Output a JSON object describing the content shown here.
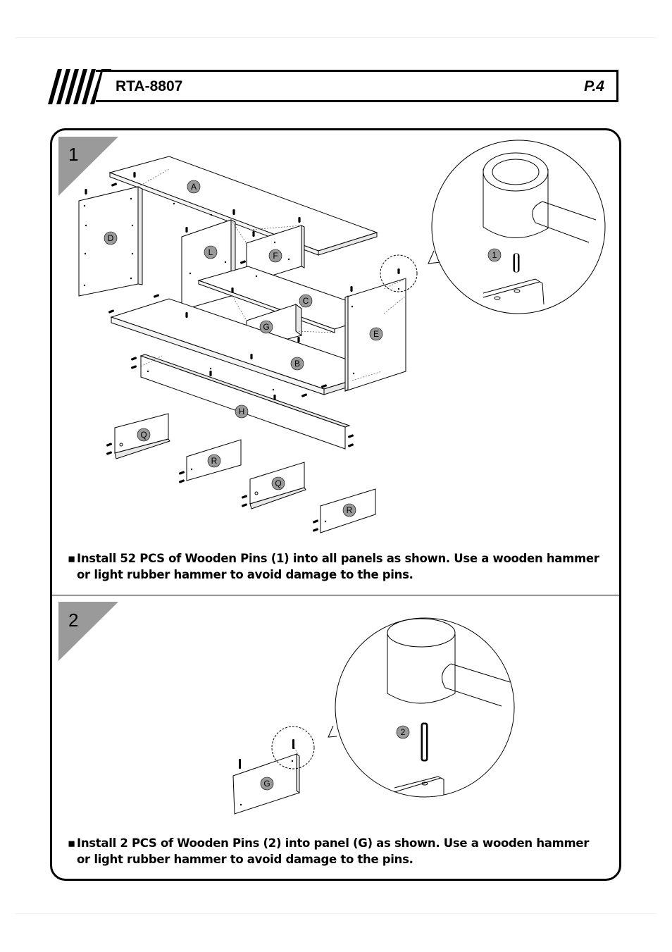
{
  "header": {
    "model": "RTA-8807",
    "page": "P.4"
  },
  "steps": [
    {
      "number": "1",
      "parts": [
        "A",
        "D",
        "L",
        "F",
        "C",
        "G",
        "E",
        "B",
        "H",
        "Q",
        "R",
        "Q",
        "R"
      ],
      "pin_label": "1",
      "instruction": "Install 52 PCS of Wooden Pins (1) into all panels as shown. Use a wooden hammer or light rubber hammer to avoid damage to the pins."
    },
    {
      "number": "2",
      "parts": [
        "G"
      ],
      "pin_label": "2",
      "instruction": "Install 2 PCS of Wooden Pins (2) into panel (G) as shown. Use a wooden hammer  or light rubber hammer to avoid damage to the pins."
    }
  ],
  "bullet": "▪"
}
